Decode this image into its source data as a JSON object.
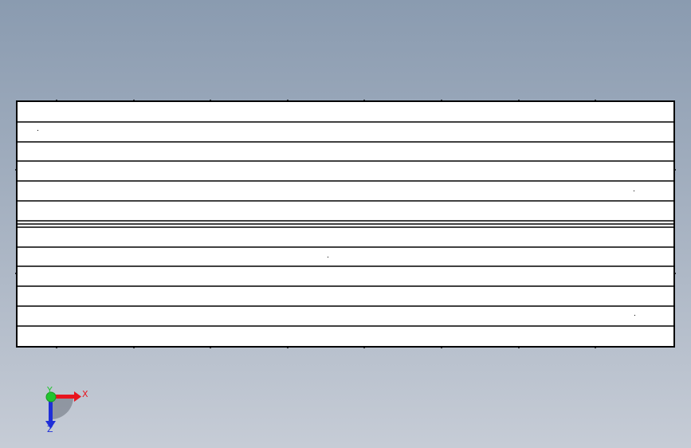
{
  "viewport": {
    "background_top": "#8a9bb0",
    "background_bottom": "#c6ccd6"
  },
  "model": {
    "fill_color": "#ffffff",
    "edge_color": "#000000"
  },
  "triad": {
    "x_label": "X",
    "y_label": "Y",
    "z_label": "Z",
    "x_color": "#e8141e",
    "y_color": "#22c430",
    "z_color": "#1f2fd8"
  }
}
